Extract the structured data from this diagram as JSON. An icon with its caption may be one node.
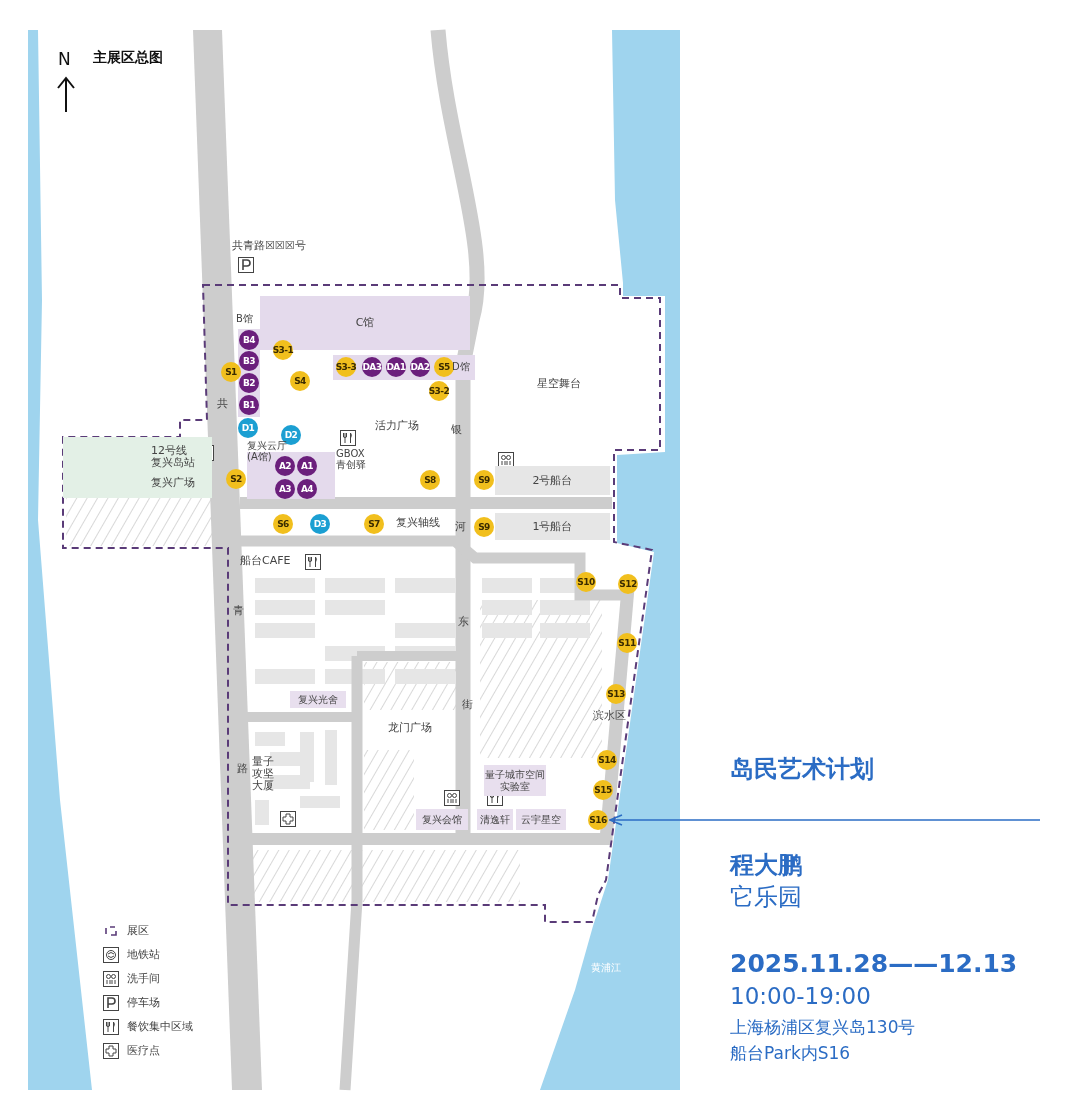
{
  "diagram": {
    "title": "主展区总图",
    "nodes": [
      {
        "text": [
          "C馆"
        ]
      },
      {
        "text": [
          "B馆"
        ]
      },
      {
        "text": [
          "B4"
        ],
        "in": 1
      },
      {
        "text": [
          "B3"
        ],
        "in": 1
      },
      {
        "text": [
          "B2"
        ],
        "in": 1
      },
      {
        "text": [
          "B1"
        ],
        "in": 1
      },
      {
        "text": [
          "S1"
        ]
      },
      {
        "text": [
          "S3-1"
        ]
      },
      {
        "text": [
          "D馆"
        ]
      },
      {
        "text": [
          "S3-3"
        ],
        "in": 8
      },
      {
        "text": [
          "DA3"
        ],
        "in": 8
      },
      {
        "text": [
          "DA1"
        ],
        "in": 8
      },
      {
        "text": [
          "DA2"
        ],
        "in": 8
      },
      {
        "text": [
          "S5"
        ],
        "in": 8
      },
      {
        "text": [
          "S3-2"
        ]
      },
      {
        "text": [
          "S4"
        ]
      },
      {
        "text": [
          "D1"
        ]
      },
      {
        "text": [
          "D2"
        ]
      },
      {
        "text": [
          "12号线复兴岛站",
          "复兴广场"
        ]
      },
      {
        "text": [
          "复兴云厅(A馆)"
        ]
      },
      {
        "text": [
          "A2"
        ],
        "in": 19
      },
      {
        "text": [
          "A1"
        ],
        "in": 19
      },
      {
        "text": [
          "A3"
        ],
        "in": 19
      },
      {
        "text": [
          "A4"
        ],
        "in": 19
      },
      {
        "text": [
          "S2"
        ]
      },
      {
        "text": [
          "S8"
        ]
      },
      {
        "text": [
          "S9"
        ]
      },
      {
        "text": [
          "2号船台"
        ]
      },
      {
        "text": [
          "S6"
        ]
      },
      {
        "text": [
          "D3"
        ]
      },
      {
        "text": [
          "S7"
        ]
      },
      {
        "text": [
          "S9"
        ]
      },
      {
        "text": [
          "1号船台"
        ]
      },
      {
        "text": [
          "S10"
        ]
      },
      {
        "text": [
          "S12"
        ]
      },
      {
        "text": [
          "S11"
        ]
      },
      {
        "text": [
          "S13"
        ]
      },
      {
        "text": [
          "复兴光舍"
        ]
      },
      {
        "text": [
          "S14"
        ]
      },
      {
        "text": [
          "量子城市空间实验室"
        ]
      },
      {
        "text": [
          "S15"
        ]
      },
      {
        "text": [
          "复兴会馆"
        ]
      },
      {
        "text": [
          "清逸轩"
        ]
      },
      {
        "text": [
          "云宇星空"
        ]
      },
      {
        "text": [
          "S16"
        ]
      }
    ],
    "edges": [
      {
        "from": null,
        "to": 44,
        "arrow": "to",
        "color": "#2b6cc4"
      }
    ],
    "labels": [
      "N",
      "共青路☒☒☒号",
      "共",
      "活力广场",
      "星空舞台",
      "银",
      "GBOX 青创驿",
      "复兴轴线",
      "河",
      "船台CAFE",
      "青",
      "东",
      "龙门广场",
      "滨水区",
      "街",
      "量子攻坚大厦",
      "路",
      "岛民艺术计划",
      "程大鹏",
      "它乐园",
      "黄浦江",
      "2025.11.28——12.13",
      "10:00-19:00",
      "上海杨浦区复兴岛130号",
      "船台Park内S16"
    ],
    "legend": [
      {
        "text": "展区"
      },
      {
        "text": "地铁站"
      },
      {
        "text": "洗手间"
      },
      {
        "text": "停车场"
      },
      {
        "text": "餐饮集中区域"
      },
      {
        "text": "医疗点"
      }
    ]
  }
}
